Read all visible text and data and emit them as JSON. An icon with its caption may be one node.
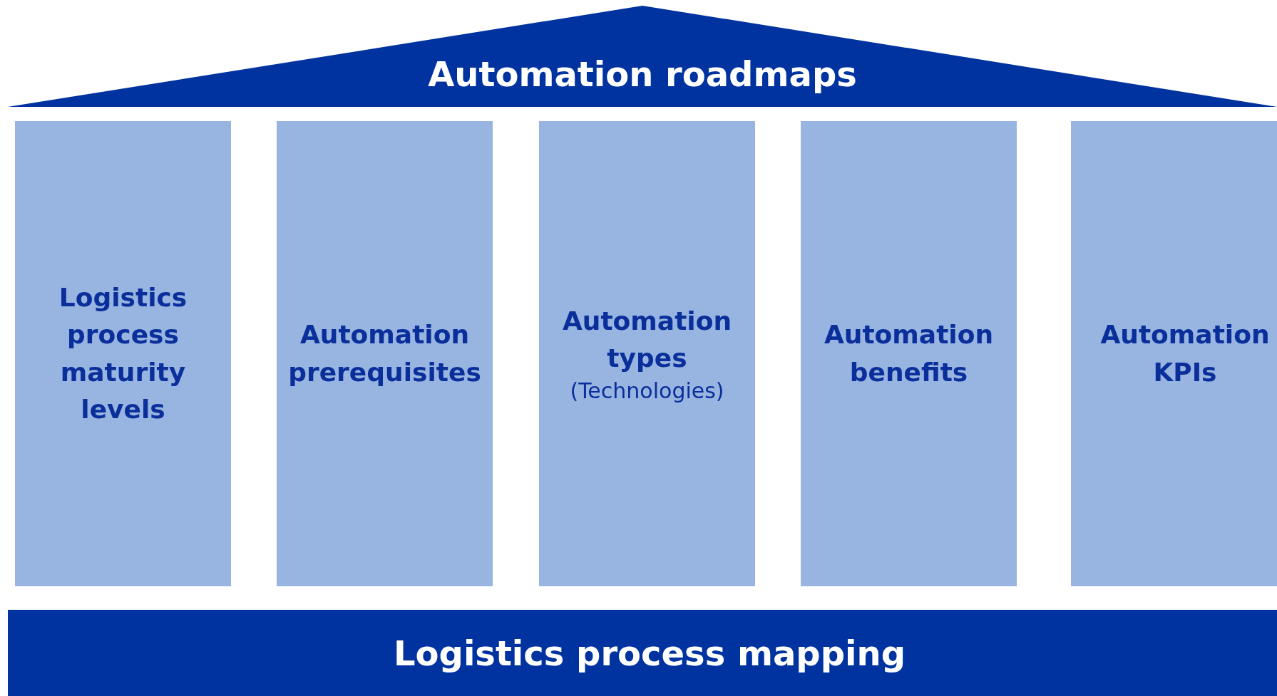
{
  "diagram": {
    "nodes": [
      {
        "text": [
          "Automation roadmaps"
        ]
      },
      {
        "text": [
          "Logistics process maturity levels"
        ]
      },
      {
        "text": [
          "Automation prerequisites"
        ]
      },
      {
        "text": [
          "Automation types",
          "(Technologies)"
        ]
      },
      {
        "text": [
          "Automation benefits"
        ]
      },
      {
        "text": [
          "Automation KPIs"
        ]
      },
      {
        "text": [
          "Logistics process mapping"
        ]
      }
    ]
  }
}
